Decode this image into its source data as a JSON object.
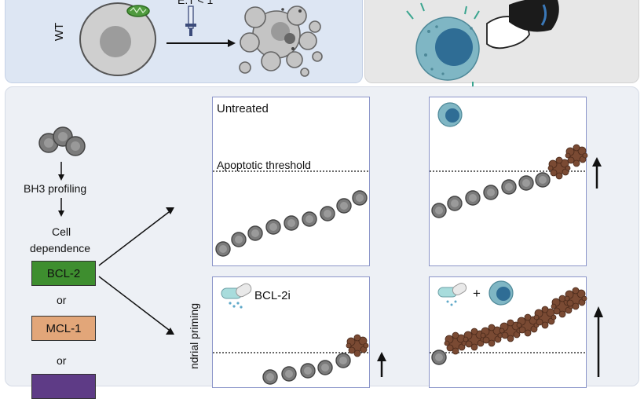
{
  "top_left": {
    "cell_label": "WT",
    "ratio_label": "E:T < 1"
  },
  "left_flow": {
    "step1": "BH3  profiling",
    "step2_line1": "Cell",
    "step2_line2": "dependence",
    "or1": "or",
    "or2": "or",
    "boxes": [
      {
        "label": "BCL-2",
        "color": "#3e8e2f"
      },
      {
        "label": "MCL-1",
        "color": "#e2a679"
      },
      {
        "label": "",
        "color": "#5e3b86"
      }
    ]
  },
  "y_axis_label": "ndrial priming",
  "plots": {
    "untreated": {
      "title": "Untreated",
      "threshold_label": "Apoptotic threshold"
    },
    "bcl2i": {
      "label": "BCL-2i"
    },
    "combo": {
      "plus": "+"
    }
  },
  "colors": {
    "cell_grey": "#7b7b7b",
    "dying_brown": "#7a4a33",
    "plot_border": "#8b95c9",
    "tcell_teal": "#7fb6c4",
    "tcell_nucleus": "#2f6d95"
  }
}
